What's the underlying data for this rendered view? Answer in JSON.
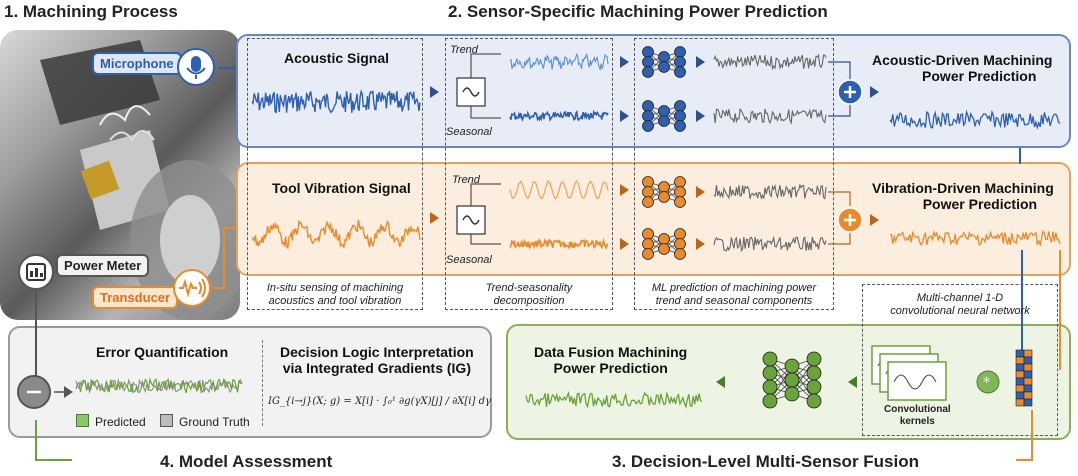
{
  "sections": {
    "s1": "1. Machining Process",
    "s2": "2. Sensor-Specific Machining Power Prediction",
    "s3": "3. Decision-Level Multi-Sensor Fusion",
    "s4": "4. Model Assessment"
  },
  "sensors": {
    "microphone": "Microphone",
    "power_meter": "Power Meter",
    "transducer": "Transducer"
  },
  "acoustic": {
    "signal": "Acoustic Signal",
    "prediction_line1": "Acoustic-Driven Machining",
    "prediction_line2": "Power Prediction"
  },
  "vibration": {
    "signal": "Tool Vibration Signal",
    "prediction_line1": "Vibration-Driven Machining",
    "prediction_line2": "Power Prediction"
  },
  "decomp": {
    "trend": "Trend",
    "seasonal": "Seasonal"
  },
  "captions": {
    "sensing_line1": "In-situ sensing of machining",
    "sensing_line2": "acoustics and tool vibration",
    "decomp_line1": "Trend-seasonality",
    "decomp_line2": "decomposition",
    "ml_line1": "ML prediction of machining power",
    "ml_line2": "trend and seasonal components",
    "cnn_line1": "Multi-channel 1-D",
    "cnn_line2": "convolutional neural network"
  },
  "fusion": {
    "title_line1": "Data Fusion Machining",
    "title_line2": "Power Prediction",
    "kernels_line1": "Convolutional",
    "kernels_line2": "kernels"
  },
  "assessment": {
    "error_title": "Error Quantification",
    "ig_title_line1": "Decision Logic Interpretation",
    "ig_title_line2": "via Integrated Gradients (IG)",
    "legend_predicted": "Predicted",
    "legend_truth": "Ground Truth",
    "formula": "IG_{i→j}(X; g) = X[i] · ∫₀¹ ∂g(γX)[j] / ∂X[i] dγ"
  },
  "colors": {
    "blue": "#2f5fb0",
    "orange": "#e98a2c",
    "green": "#6aa23c",
    "gray": "#7a7a7a"
  }
}
